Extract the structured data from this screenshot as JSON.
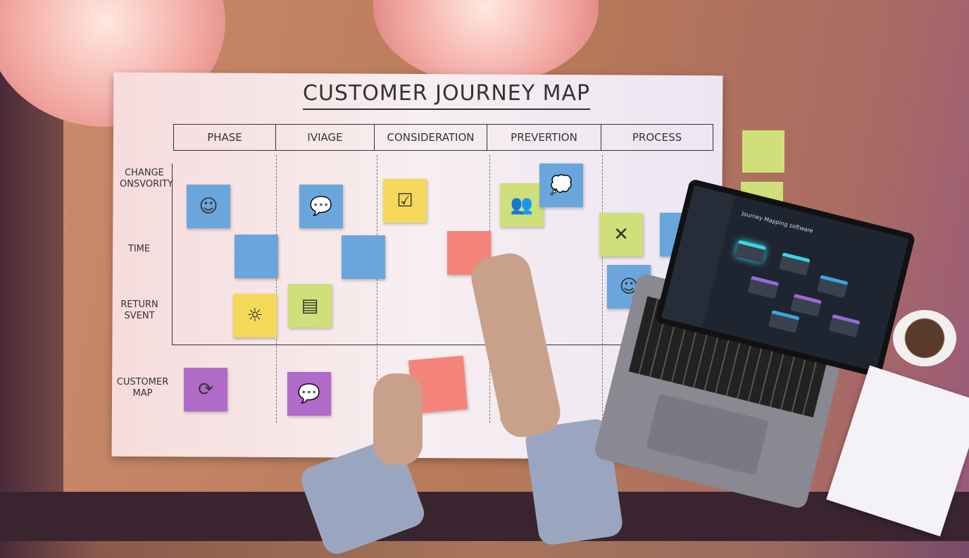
{
  "poster": {
    "title": "CUSTOMER JOURNEY MAP",
    "phases": [
      "PHASE",
      "IVIAGE",
      "CONSIDERATION",
      "PREVERTION",
      "PROCESS"
    ],
    "row_labels": [
      "CHANGE ONSVORITY",
      "TIME",
      "RETURN SVENT",
      "CUSTOMER MAP"
    ]
  },
  "laptop": {
    "screen_title": "Journey Mapping software"
  },
  "colors": {
    "blue_note": "#6aa6dc",
    "yellow_note": "#f4d85a",
    "green_note": "#cfe07a",
    "pink_note": "#f4847a",
    "purple_note": "#b06ac8",
    "screen_bg": "#1e2530",
    "node_cyan": "#3ad6e6",
    "node_purple": "#9a6ad6"
  }
}
